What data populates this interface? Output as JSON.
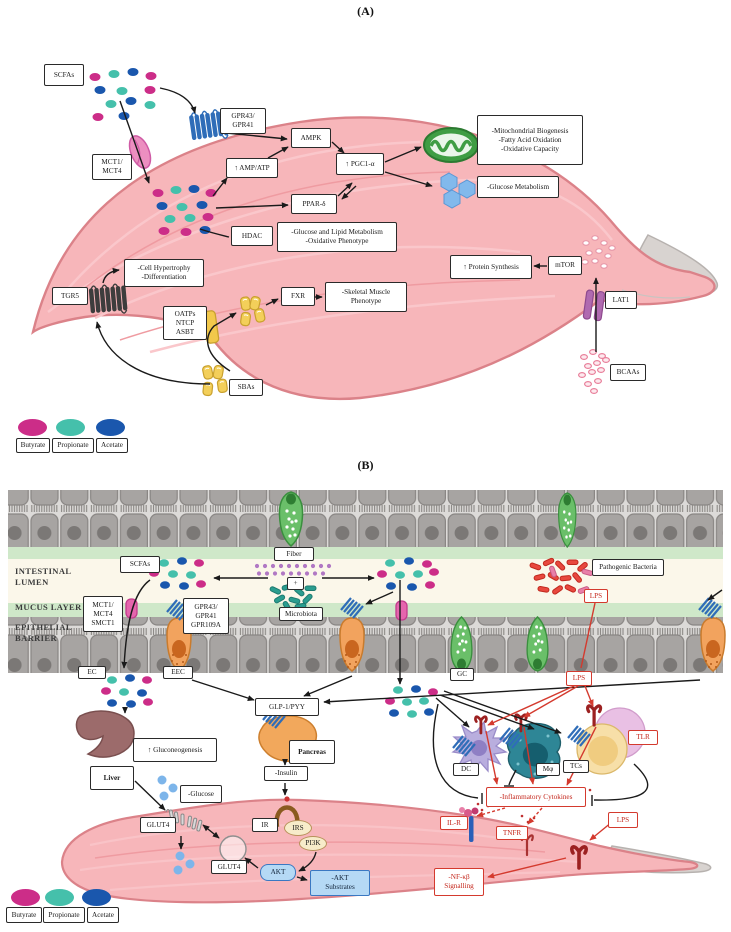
{
  "panel_a": {
    "title": "(A)",
    "boxes": {
      "scfas": "SCFAs",
      "gpr": "GPR43/\nGPR41",
      "mct": "MCT1/\nMCT4",
      "ampk": "AMPK",
      "amp_atp": "↑ AMP/ATP",
      "pgc1": "↑ PGC1-α",
      "ppar": "PPAR-δ",
      "hdac": "HDAC",
      "glucose_lipid": "-Glucose and Lipid Metabolism\n-Oxidative Phenotype",
      "mito": "-Mitochondrial Biogenesis\n-Fatty Acid Oxidation\n-Oxidative Capacity",
      "glucose_metabolism": "-Glucose Metabolism",
      "hypertrophy": "-Cell Hypertrophy\n-Differentiation",
      "tgr5": "TGR5",
      "oatp": "OATPs\nNTCP\nASBT",
      "fxr": "FXR",
      "skeletal": "-Skeletal Muscle\nPhenotype",
      "protein": "↑ Protein Synthesis",
      "mtor": "mTOR",
      "lat1": "LAT1",
      "bcaas": "BCAAs",
      "sbas": "SBAs"
    }
  },
  "panel_b": {
    "title": "(B)",
    "layers": {
      "lumen": "INTESTINAL\nLUMEN",
      "mucus": "MUCUS LAYER",
      "epithelial": "EPITHELIAL\nBARRIER"
    },
    "boxes": {
      "scfas": "SCFAs",
      "fiber": "Fiber",
      "plus": "+",
      "microbiota": "Microbiota",
      "pathogenic": "Pathogenic Bacteria",
      "lps_lumen": "LPS",
      "mct": "MCT1/\nMCT4\nSMCT1",
      "gpr": "GPR43/\nGPR41\nGPR109A",
      "ec": "EC",
      "eec": "EEC",
      "gc": "GC",
      "lps_tissue": "LPS",
      "glp": "GLP-1/PYY",
      "gluconeogenesis": "↑ Gluconeogenesis",
      "liver": "Liver",
      "glucose": "-Glucose",
      "glut4_membrane": "GLUT4",
      "glut4_vesicle": "GLUT4",
      "pancreas": "Pancreas",
      "insulin": "-Insulin",
      "ir": "IR",
      "irs": "IRS",
      "pi3k": "PI3K",
      "akt": "AKT",
      "akt_substrates": "-AKT\nSubstrates",
      "dc": "DC",
      "mphi": "Mφ",
      "tcs": "TCs",
      "tlr": "TLR",
      "cytokines": "-Inflammatory Cytokines",
      "ilr": "IL-R",
      "tnfr": "TNFR",
      "lps_muscle": "LPS",
      "nfkb": "-NF-κβ\nSignalling"
    }
  },
  "legend": {
    "items": [
      {
        "label": "Butyrate",
        "color": "#cc2d88"
      },
      {
        "label": "Propionate",
        "color": "#45c0ab"
      },
      {
        "label": "Acetate",
        "color": "#1a57ad"
      }
    ]
  },
  "colors": {
    "muscle": "#f7b6ba",
    "muscle_outline": "#db8289",
    "tendon": "#d8d3d0",
    "mucus": "#cfe8c9",
    "lumen": "#fbf7ea",
    "epithelium": "#a7a4a2",
    "goblet_green": "#6abf69",
    "eec_orange": "#f2a35e",
    "lps_red": "#d43a2e",
    "fiber_purple": "#b178c4",
    "microbiota_teal": "#2a9d8f"
  }
}
